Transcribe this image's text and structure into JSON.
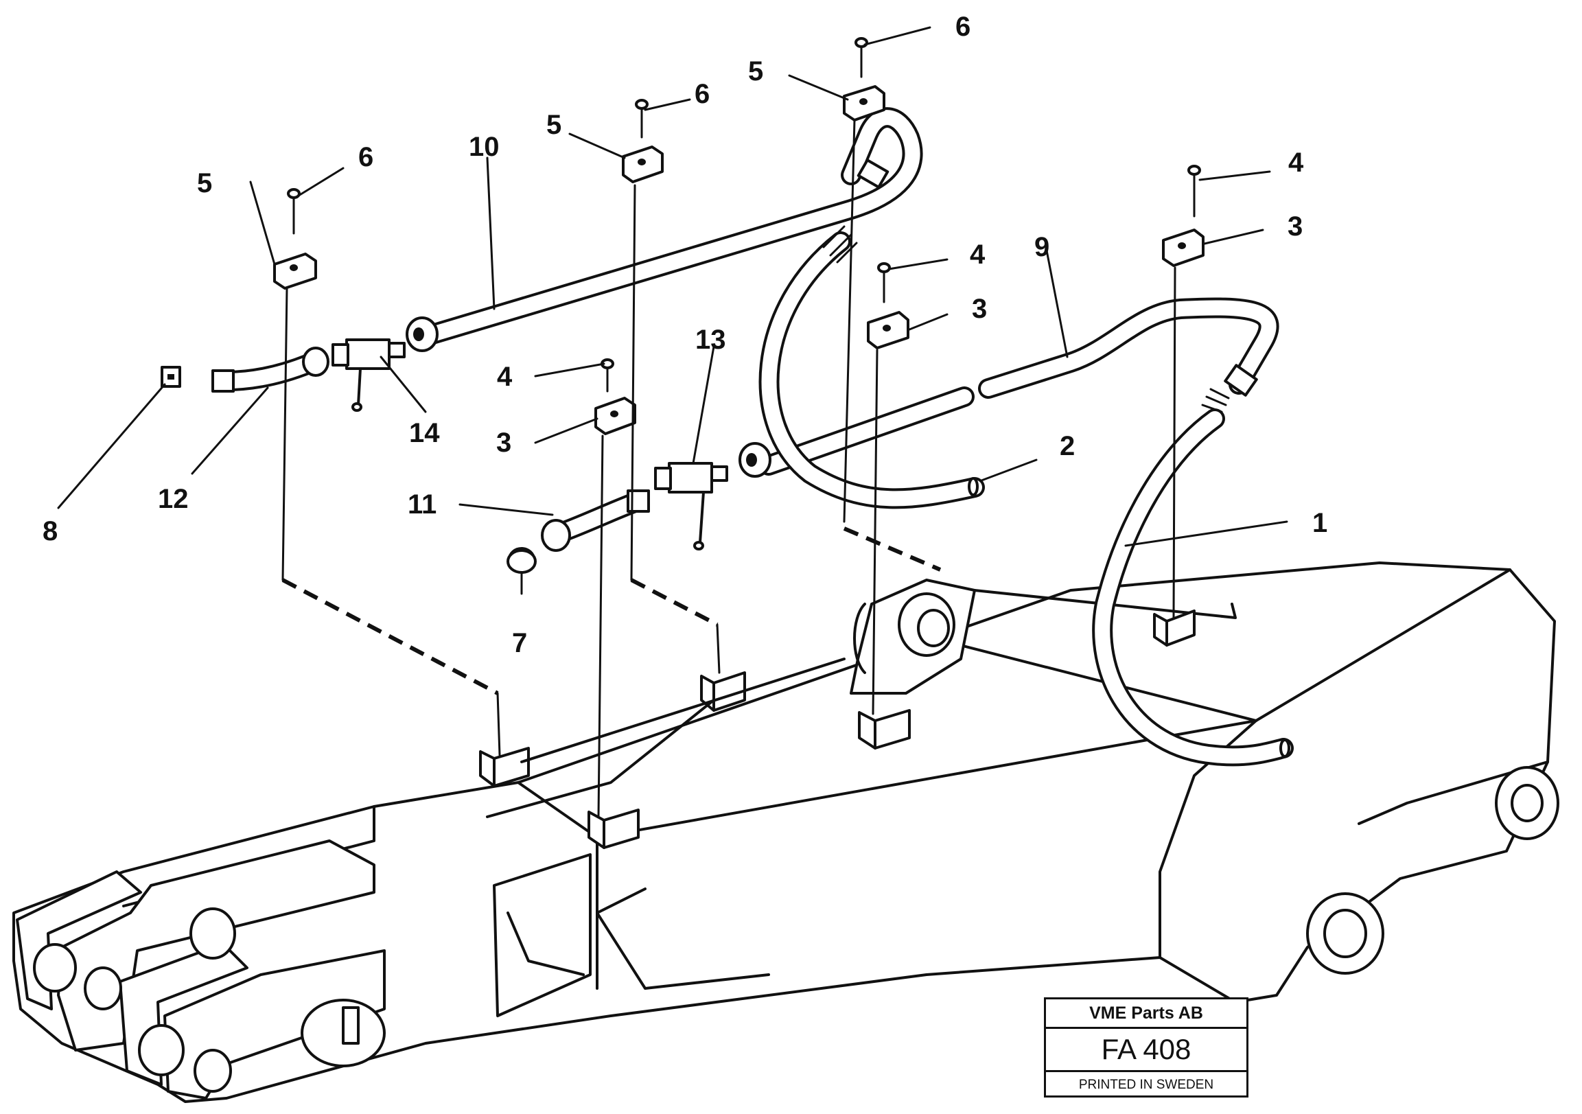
{
  "callouts": {
    "c1": "1",
    "c2": "2",
    "c3a": "3",
    "c3b": "3",
    "c3c": "3",
    "c4a": "4",
    "c4b": "4",
    "c4c": "4",
    "c5a": "5",
    "c5b": "5",
    "c5c": "5",
    "c6a": "6",
    "c6b": "6",
    "c6c": "6",
    "c7": "7",
    "c8": "8",
    "c9": "9",
    "c10": "10",
    "c11": "11",
    "c12": "12",
    "c13": "13",
    "c14": "14"
  },
  "stamp": {
    "company": "VME Parts AB",
    "code": "FA 408",
    "note": "PRINTED IN SWEDEN"
  }
}
